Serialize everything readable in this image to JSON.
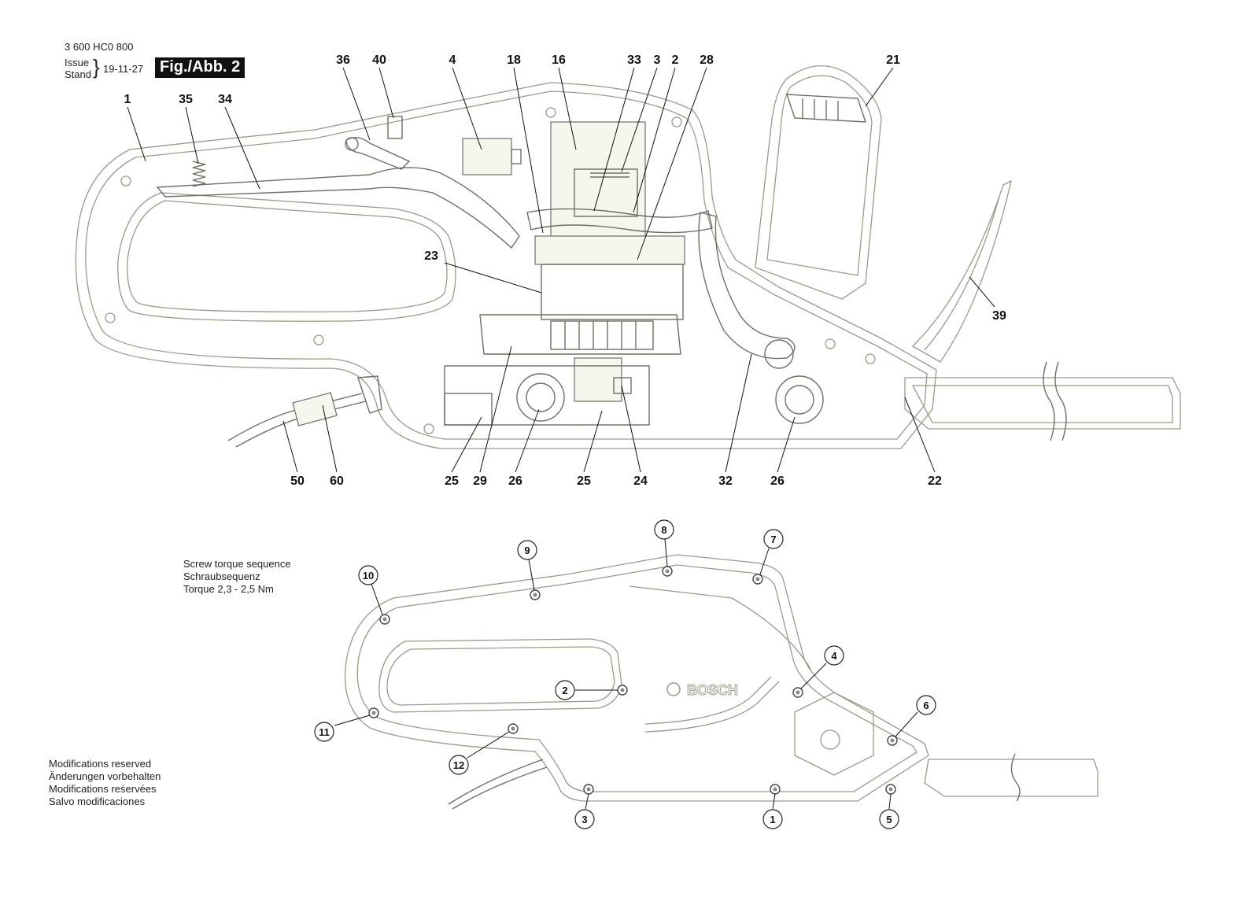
{
  "header": {
    "part_number": "3 600 HC0 800",
    "issue_label": "Issue",
    "stand_label": "Stand",
    "date": "19-11-27",
    "figure": "Fig./Abb. 2"
  },
  "top_callouts_upper": [
    "36",
    "40",
    "4",
    "18",
    "16",
    "33",
    "3",
    "2",
    "28",
    "21"
  ],
  "top_callouts_left": [
    "1",
    "35",
    "34"
  ],
  "mid_callouts": [
    "23",
    "39"
  ],
  "bottom_callouts": [
    "50",
    "60",
    "25",
    "29",
    "26",
    "25",
    "24",
    "32",
    "26",
    "22"
  ],
  "screw_notes": [
    "Screw torque sequence",
    "Schraubsequenz",
    "Torque 2,3 - 2,5 Nm"
  ],
  "screw_sequence": [
    "1",
    "2",
    "3",
    "4",
    "5",
    "6",
    "7",
    "8",
    "9",
    "10",
    "11",
    "12"
  ],
  "brand_logo": "BOSCH",
  "footer_notes": [
    "Modifications reserved",
    "Änderungen vorbehalten",
    "Modifications reśervées",
    "Salvo modificaciones"
  ]
}
